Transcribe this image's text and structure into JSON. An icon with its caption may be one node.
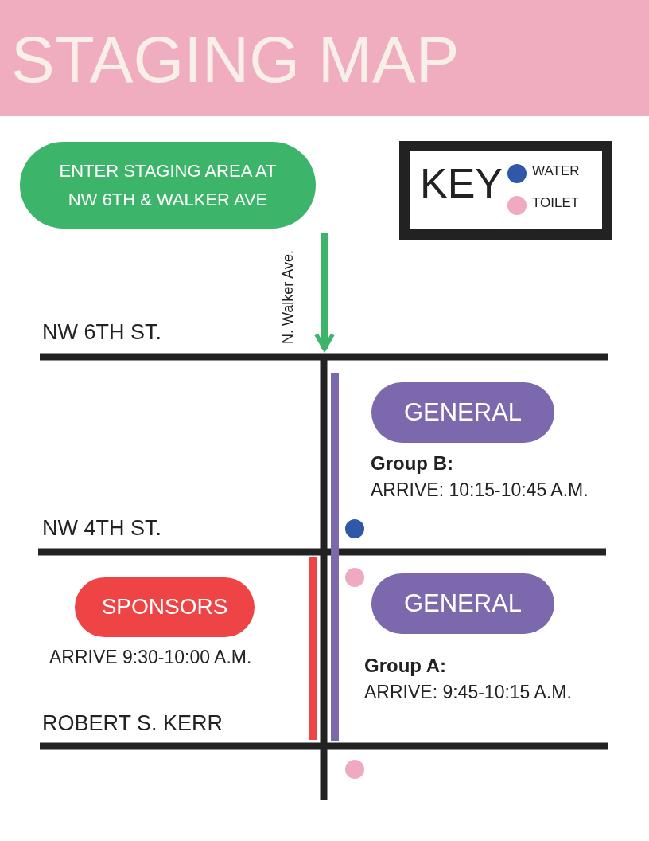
{
  "diagram": {
    "title": "STAGING MAP",
    "nodes": [
      {
        "text": [
          "ENTER STAGING AREA AT NW 6TH & WALKER AVE"
        ]
      },
      {
        "text": [
          "GENERAL"
        ],
        "beside": [
          "Group B:",
          "ARRIVE: 10:15-10:45 A.M."
        ]
      },
      {
        "text": [
          "SPONSORS"
        ],
        "beside": [
          "ARRIVE 9:30-10:00 A.M."
        ]
      },
      {
        "text": [
          "GENERAL"
        ],
        "beside": [
          "Group A:",
          "ARRIVE: 9:45-10:15 A.M."
        ]
      }
    ],
    "labels": [
      "KEY",
      "NW 6TH ST.",
      "N. Walker Ave.",
      "NW 4TH ST.",
      "ROBERT S. KERR"
    ],
    "legend": [
      {
        "text": "WATER",
        "color": "#2f58a8"
      },
      {
        "text": "TOILET",
        "color": "#efa9c0"
      }
    ]
  }
}
